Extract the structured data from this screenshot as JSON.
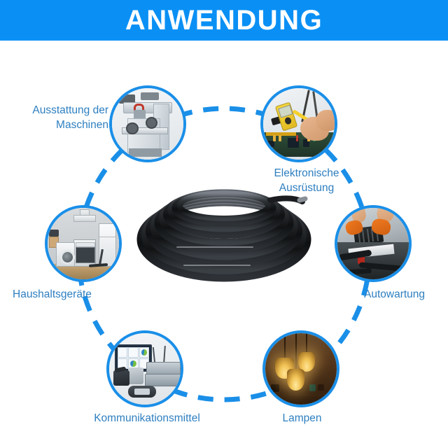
{
  "banner": {
    "title": "ANWENDUNG",
    "background_color": "#0a90f5",
    "text_color": "#ffffff"
  },
  "diagram": {
    "type": "hexagonal-application-wheel",
    "accent_color": "#1a8fe8",
    "label_color": "#2e7fc0",
    "connector": {
      "shape": "circle",
      "style": "dashed",
      "color": "#1a8fe8"
    },
    "center": {
      "name": "cable-coil",
      "description": "Schwarzes Kabel, aufgerollt"
    },
    "nodes": [
      {
        "id": "machines",
        "label": "Ausstattung der Maschinen",
        "label_lines": [
          "Ausstattung der",
          "Maschinen"
        ],
        "image": "milling-machine-photo",
        "position": "top-left"
      },
      {
        "id": "electronics",
        "label": "Elektronische Ausrüstung",
        "label_lines": [
          "Elektronische",
          "Ausrüstung"
        ],
        "image": "circuit-board-multimeter-photo",
        "position": "top-right"
      },
      {
        "id": "auto",
        "label": "Autowartung",
        "label_lines": [
          "Autowartung"
        ],
        "image": "car-engine-service-photo",
        "position": "right"
      },
      {
        "id": "lamps",
        "label": "Lampen",
        "label_lines": [
          "Lampen"
        ],
        "image": "pendant-lamps-photo",
        "position": "bottom-right"
      },
      {
        "id": "communications",
        "label": "Kommunikationsmittel",
        "label_lines": [
          "Kommunikationsmittel"
        ],
        "image": "network-telephony-equipment-photo",
        "position": "bottom-left"
      },
      {
        "id": "appliances",
        "label": "Haushaltsgeräte",
        "label_lines": [
          "Haushaltsgeräte"
        ],
        "image": "kitchen-appliances-photo",
        "position": "left"
      }
    ]
  }
}
